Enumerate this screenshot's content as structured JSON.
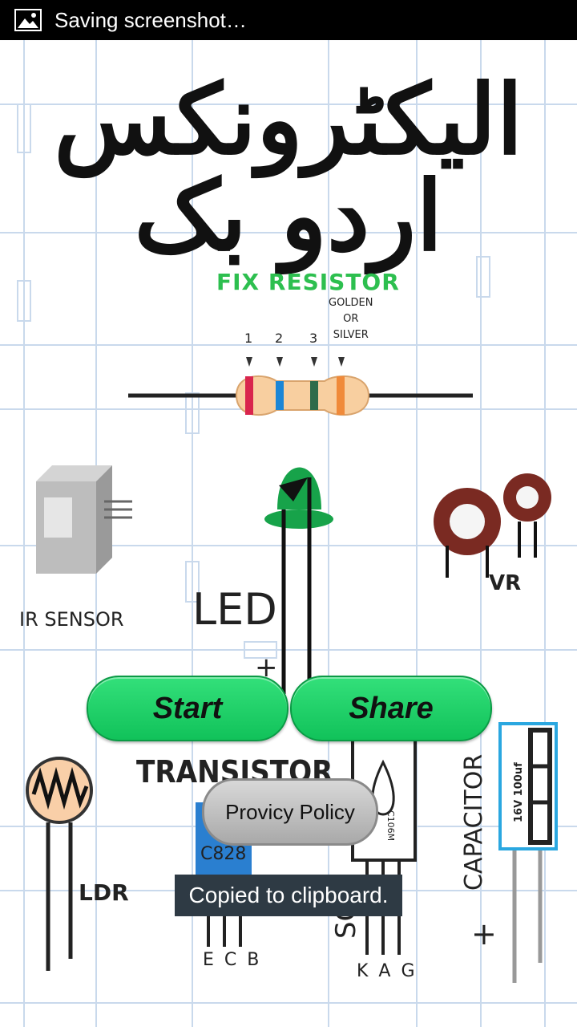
{
  "status_bar": {
    "notification_text": "Saving screenshot…",
    "icon": "image-icon"
  },
  "title_urdu": "الیکٹرونکس اردو بک",
  "labels": {
    "fix_resistor": "FIX RESISTOR",
    "golden_or_silver": [
      "GOLDEN",
      "OR",
      "SILVER"
    ],
    "band_numbers": [
      "1",
      "2",
      "3"
    ],
    "led": "LED",
    "ir_sensor": "IR SENSOR",
    "vr": "VR",
    "ldr": "LDR",
    "transistor": "TRANSISTOR",
    "transistor_chip": "C828",
    "ecb": "E C B",
    "scr_chip": "C106M",
    "kag": "K A G",
    "scr": "SCR",
    "capacitor": "CAPACITOR",
    "capacitor_spec": "16V 100uf",
    "plus": "+"
  },
  "buttons": {
    "start": "Start",
    "share": "Share",
    "privacy": "Provicy Policy"
  },
  "toast": "Copied to clipboard.",
  "colors": {
    "green_button": "#1ccf66",
    "toast_bg": "#2e3a44",
    "fix_resistor": "#2dbf4f"
  }
}
